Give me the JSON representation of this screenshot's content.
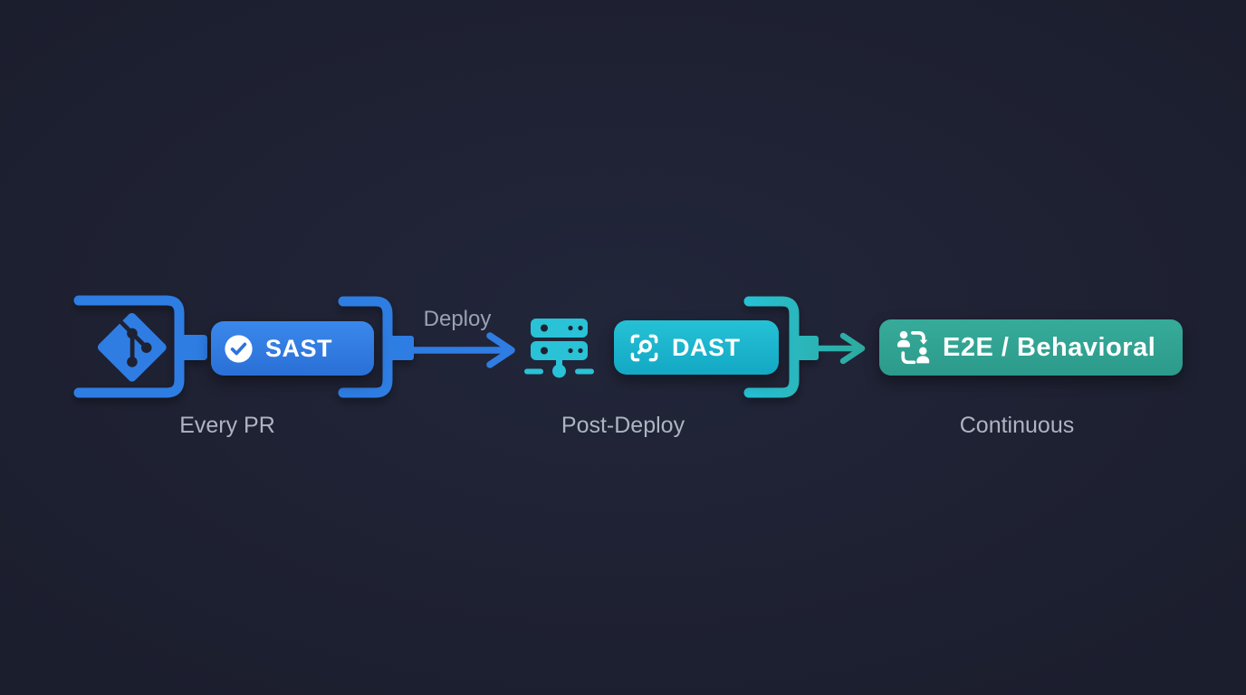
{
  "diagram_title": "security-testing-pipeline",
  "colors": {
    "background": "#1e2132",
    "blue": "#2f7de3",
    "cyan": "#29c2d6",
    "teal_green": "#31a492",
    "label_gray": "#aeb4c1",
    "arrow_label_gray": "#9aa2b2",
    "badge_text": "#ffffff"
  },
  "stages": [
    {
      "badge": "SAST",
      "phase": "Every PR",
      "badge_icon": "check-circle-icon",
      "input_icon": "git-icon",
      "color": "#2f7de3"
    },
    {
      "badge": "DAST",
      "phase": "Post-Deploy",
      "badge_icon": "scan-search-icon",
      "input_icon": "server-icon",
      "color": "#1cb8ce"
    },
    {
      "badge": "E2E / Behavioral",
      "phase": "Continuous",
      "badge_icon": "users-sync-icon",
      "color": "#31a492"
    }
  ],
  "arrows": [
    {
      "label": "Deploy"
    },
    {
      "label": ""
    }
  ]
}
